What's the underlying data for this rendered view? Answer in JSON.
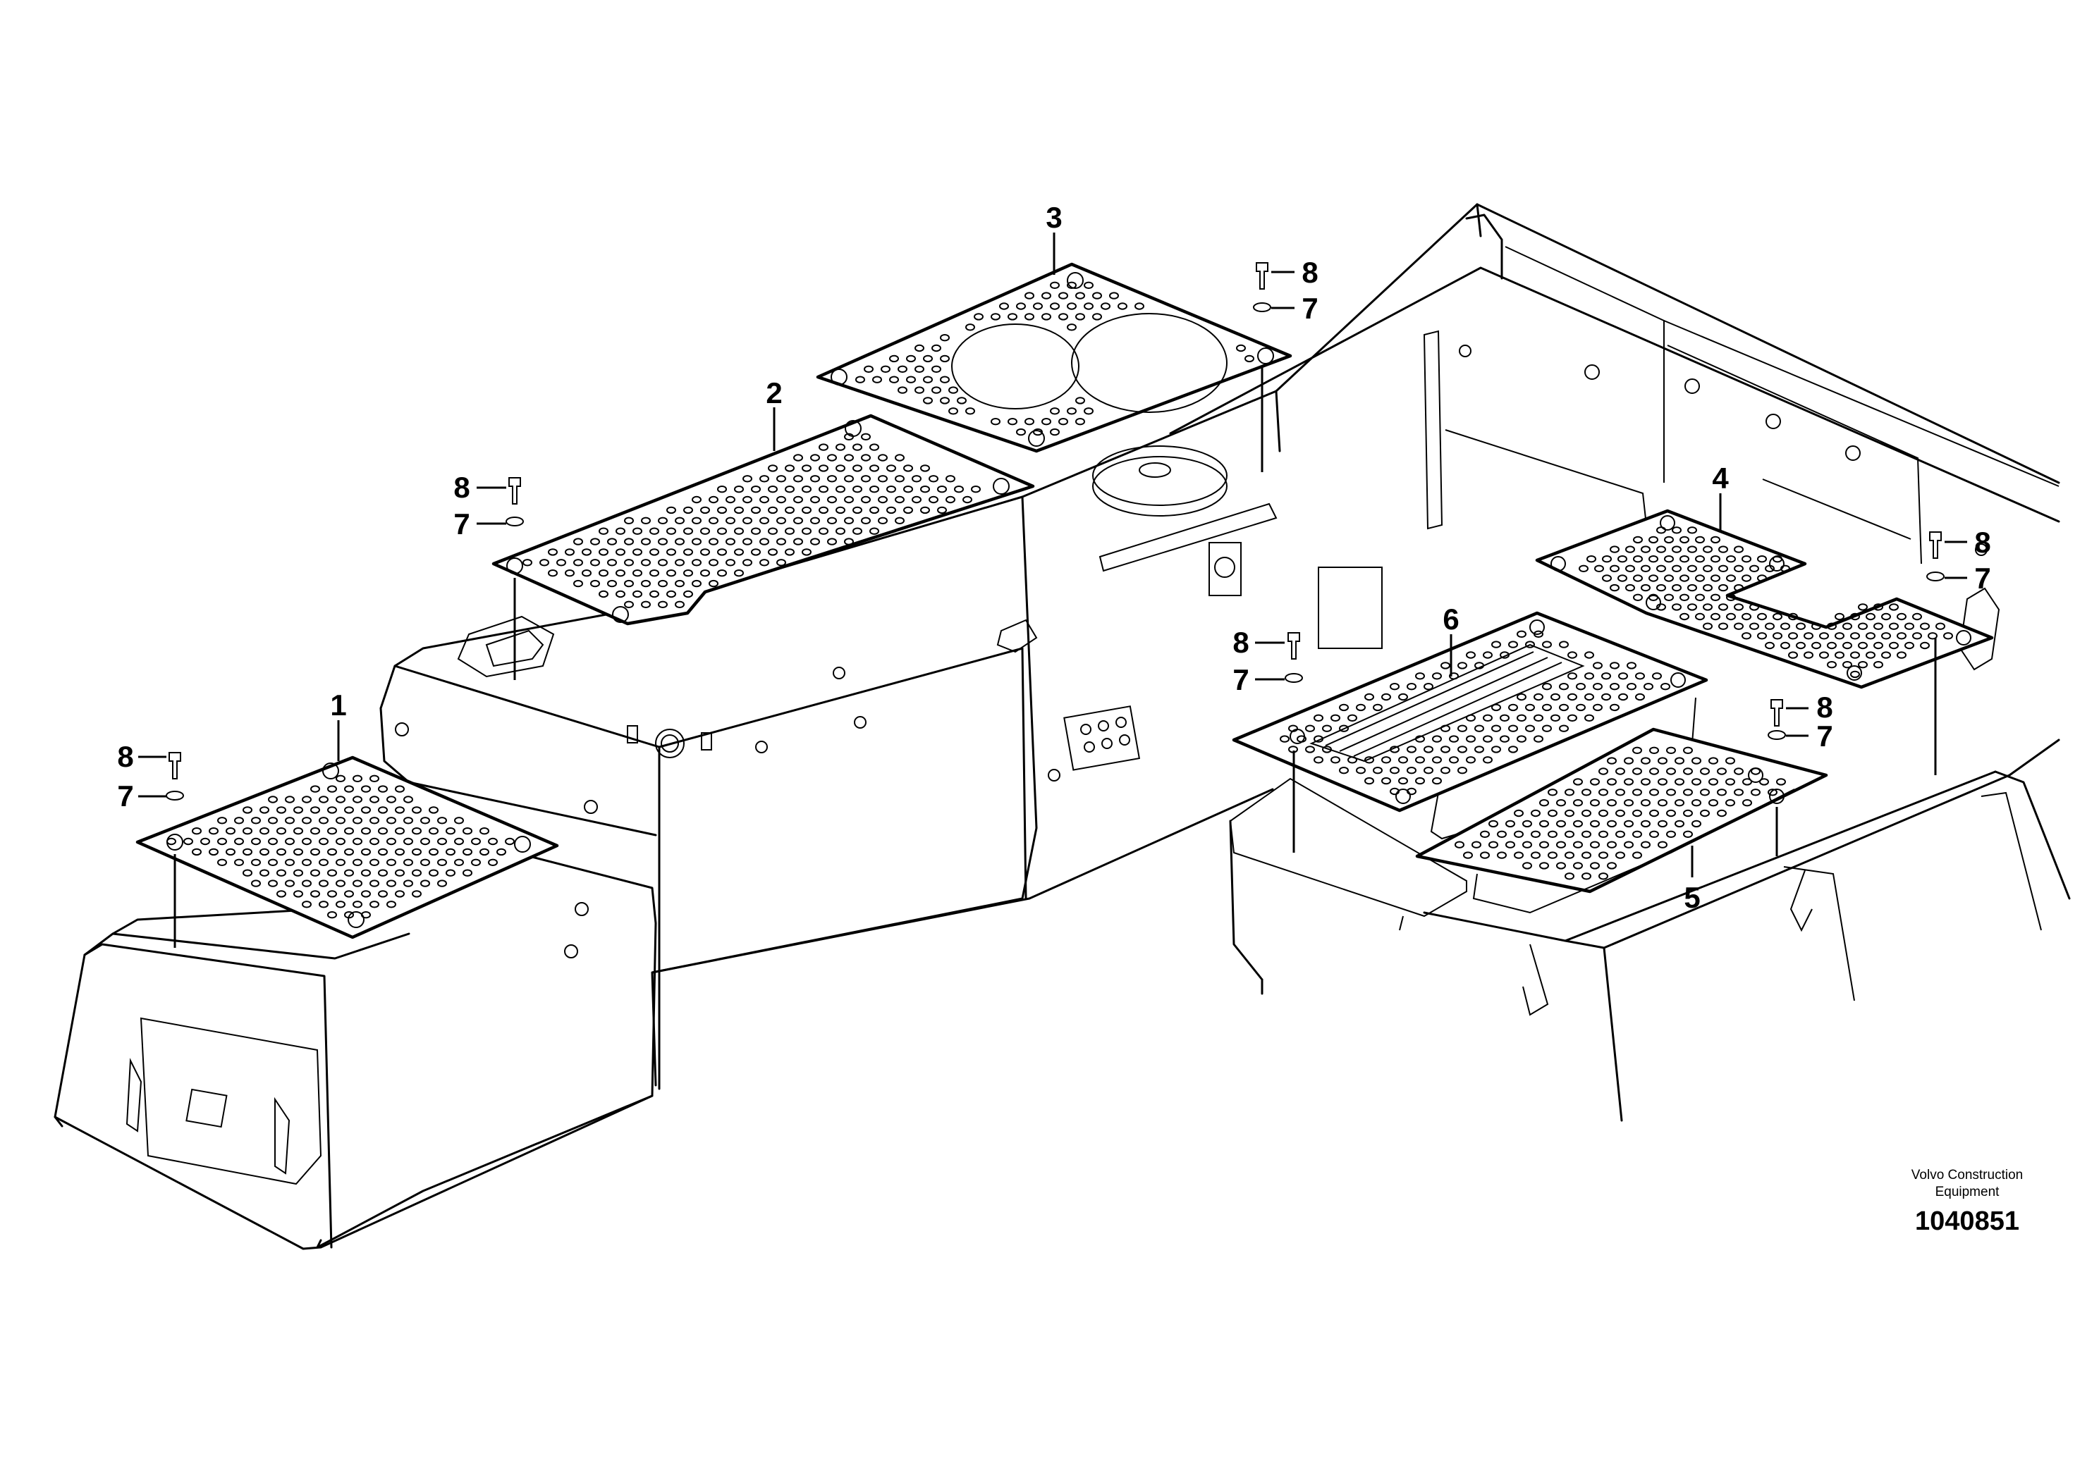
{
  "callouts": {
    "p1": "1",
    "p2": "2",
    "p3": "3",
    "p4": "4",
    "p5": "5",
    "p6": "6",
    "bolt": "8",
    "washer": "7"
  },
  "credit": {
    "line1": "Volvo Construction",
    "line2": "Equipment",
    "figure_number": "1040851"
  }
}
